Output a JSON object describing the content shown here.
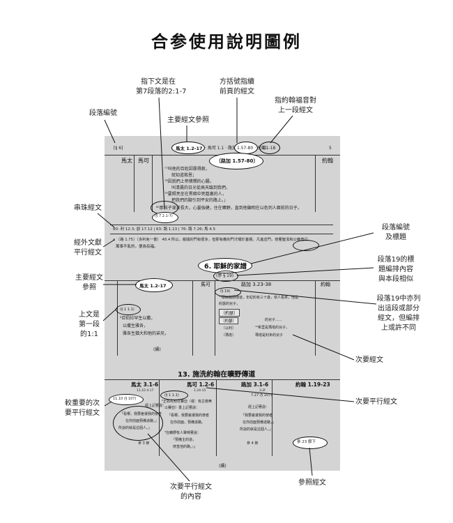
{
  "page": {
    "title": "合参使用說明圖例"
  },
  "callouts": {
    "para_number": "段落編號",
    "main_ref": "主要經文參照",
    "ref_prev_l1": "指下文是在",
    "ref_prev_l2": "第7段落的2:1-7",
    "bracket_l1": "方括號指續",
    "bracket_l2": "前頁的經文",
    "ellipsis_l1": "指約翰福音對",
    "ellipsis_l2": "上一段經文",
    "cross_ref": "串珠經文",
    "extra_l1": "經外文獻",
    "extra_l2": "平行經文",
    "para_title_l1": "段落編號",
    "para_title_l2": "及標題",
    "p19_l1": "段落19的標",
    "p19_l2": "題編排內容",
    "p19_l3": "與本段相似",
    "main_ref2_l1": "主要經文",
    "main_ref2_l2": "參照",
    "first_para_l1": "上文是",
    "first_para_l2": "第一段",
    "first_para_l3": "的1:1",
    "p19b_l1": "段落19中亦列",
    "p19b_l2": "出這段或部分",
    "p19b_l3": "經文，但編排",
    "p19b_l4": "上或許不同",
    "secondary": "次要經文",
    "secondary_parallel": "次要平行經文",
    "important_l1": "較重要的次",
    "important_l2": "要平行經文",
    "ref_text": "參照經文",
    "sec_content_l1": "次要平行經文",
    "sec_content_l2": "的內容"
  },
  "panel": {
    "para_num": "[§ 6]",
    "header_line": "馬太 1.2-17 · 馬可 1.1 · 路加 1.57-80 · 約翰 1.1-18",
    "header_main": "馬太 1.2-17",
    "header_rest": "· 馬可 1.1 · 路加",
    "header_luke": "1.57-80",
    "header_john_label": "· 約翰",
    "header_john": "1.1-18",
    "page_num": "5",
    "cols": [
      "馬太",
      "馬可",
      "約翰"
    ],
    "luke_box": "〔路加 1.57-80〕",
    "verse_lines": [
      "⁷⁷叫他的百姓因罪得赦，",
      "就知道救恩；",
      "⁷⁸因我們上帝憐憫的心腸，",
      "叫清晨的日光從高天臨到我們，",
      "⁷⁹要照亮坐在黑暗中死蔭裏的人，",
      "把我們的腳引到平安的路上。」"
    ],
    "verse_80": "⁸⁰那孩子漸漸長大，心靈強健，住在曠野，直到他顯明在以色列人面前的日子。",
    "ref_prev": "(§ 7  2.1-7)",
    "cross_ref_line": "80: 利 12.3; 創 17.12 | 63: 路 1.13 | 76: 路 7.26; 馬 4.5",
    "extra_line1": "a 〔路 1.75〕〔多利免一書〕 48.4 所以，敞開的門有很多，但那有義的門才關於基督。凡進這門，按著聖潔和公義直行",
    "extra_line2": "萬事不亂的，便為有福。",
    "section6_title": "6. 耶穌的家譜",
    "section6_ref": "(參 § 19)",
    "cols2": [
      "馬太 1.2-17",
      "馬可",
      "路加 3.23-38",
      "約翰"
    ],
    "matt_ref": "(§ 1  1.1)",
    "matt_lines": [
      "²亞伯拉罕生以撒，",
      "以撒生雅各，",
      "雅各生猶大和他的弟兄，"
    ],
    "luke_ref": "(§ 19)",
    "luke_lines": [
      "²³耶穌開頭傳道，年紀約有三十歲，依人看來，他是",
      "約瑟的兒子，"
    ],
    "luke_tags": [
      "〔約瑟〕",
      "〔以利〕",
      "〔瑪塔〕"
    ],
    "luke_side1": "的兒子......",
    "luke_side2": "¹²希里是瑪塔的兒子，",
    "luke_side3": "瑪塔是利未的兒子",
    "cont1": "(續)",
    "section13_title": "13. 施洗約翰在曠野傳道",
    "cols3": [
      "馬太 3.1-6",
      "馬可 1.2-6",
      "路加 3.1-6",
      "約翰 1.19-23"
    ],
    "mark_sub1": "1.24-15",
    "luke_sub": "3.2f",
    "matt_sub": "11.10 4.17",
    "matt_ref3": "11.10 (§ 107)",
    "mark_ref3": "(§ 1  1.1)",
    "mark_text1": "²正如先知以賽亞（或：有古卷無",
    "mark_text2": "以賽亞）書上記著說：",
    "matt_quote1": "「看哪，我要差遣我的使者",
    "matt_quote2": "在你前面預備道路。」",
    "matt_quote3": "所說的就是這個人。」",
    "mark_quote1": "「看哪，我要差遣我的使者",
    "mark_quote2": "在你前面，預備道路。",
    "mark_quote3": "³在曠野有人聲喊著說：",
    "mark_quote4": "『預備主的道，",
    "mark_quote5": "修直他的路。』」",
    "luke_ref3": "7.27 (§ 107)",
    "luke_quote1": "經上記著說：",
    "luke_quote2": "「我要差遣我的使者",
    "luke_quote3": "在你前面預備道路，」",
    "luke_quote4": "所說的就是這個人。」",
    "see3": "參 3 節",
    "see4": "參 4 節",
    "see23": "參 23 節下",
    "cont2": "(續)"
  }
}
